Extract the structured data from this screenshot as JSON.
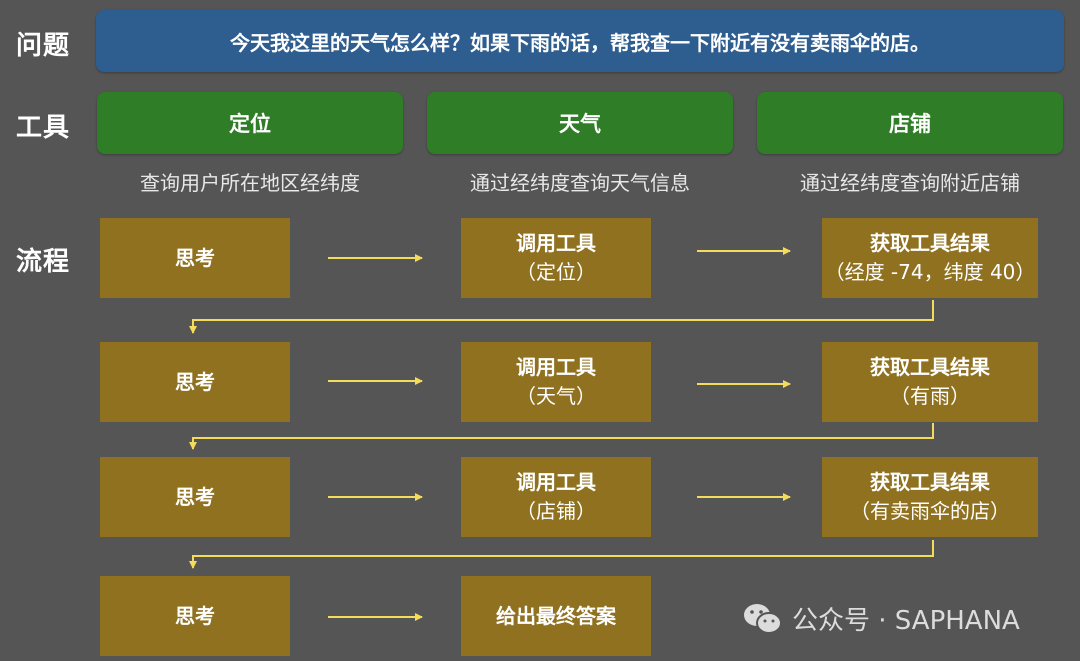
{
  "labels": {
    "question": "问题",
    "tools": "工具",
    "flow": "流程"
  },
  "question": "今天我这里的天气怎么样？如果下雨的话，帮我查一下附近有没有卖雨伞的店。",
  "tools": [
    {
      "name": "定位",
      "desc": "查询用户所在地区经纬度"
    },
    {
      "name": "天气",
      "desc": "通过经纬度查询天气信息"
    },
    {
      "name": "店铺",
      "desc": "通过经纬度查询附近店铺"
    }
  ],
  "flow": [
    {
      "think": "思考",
      "action": "调用工具",
      "action_arg": "（定位）",
      "result": "获取工具结果",
      "result_detail": "（经度 -74，纬度 40）"
    },
    {
      "think": "思考",
      "action": "调用工具",
      "action_arg": "（天气）",
      "result": "获取工具结果",
      "result_detail": "（有雨）"
    },
    {
      "think": "思考",
      "action": "调用工具",
      "action_arg": "（店铺）",
      "result": "获取工具结果",
      "result_detail": "（有卖雨伞的店）"
    },
    {
      "think": "思考",
      "action": "给出最终答案"
    }
  ],
  "watermark": "公众号 · SAPHANA",
  "colors": {
    "background": "#555555",
    "question": "#2e5d8f",
    "tool": "#2f7d27",
    "step": "#8f7120",
    "arrow": "#f2dc5a"
  }
}
